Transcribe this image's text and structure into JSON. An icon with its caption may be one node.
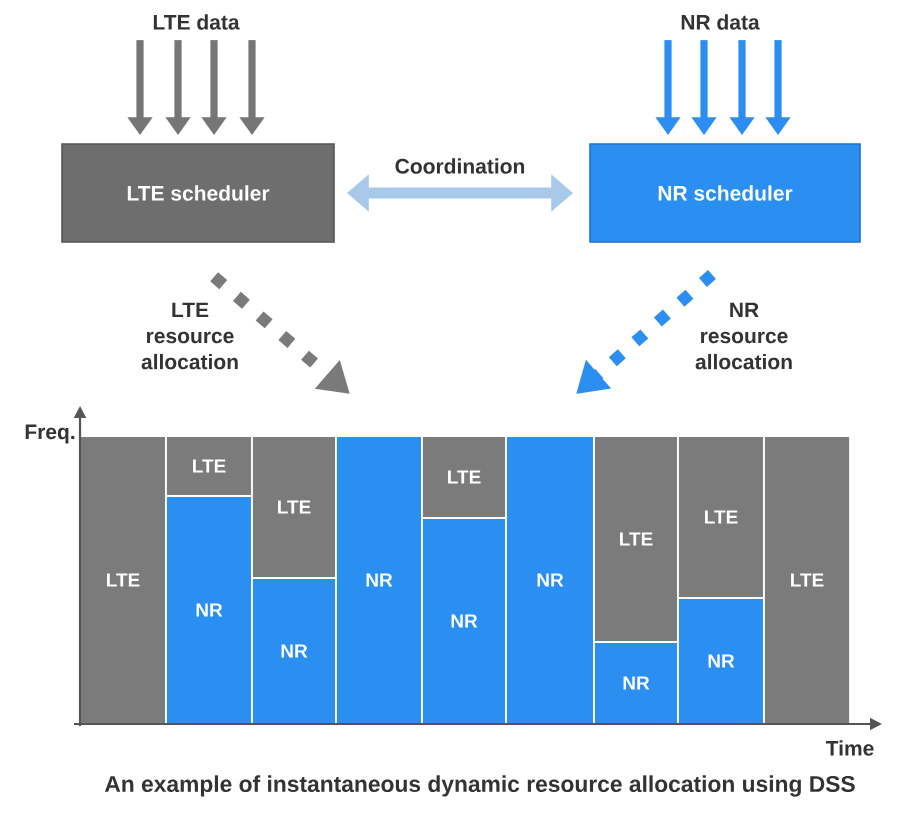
{
  "diagram": {
    "caption": "An example of instantaneous dynamic resource allocation using DSS",
    "nodes": [
      {
        "text": [
          "LTE data"
        ]
      },
      {
        "text": [
          "NR data"
        ]
      },
      {
        "text": [
          "LTE scheduler"
        ]
      },
      {
        "text": [
          "NR scheduler"
        ]
      },
      {
        "text": [
          "LTE"
        ]
      },
      {
        "text": [
          "LTE"
        ]
      },
      {
        "text": [
          "NR"
        ]
      },
      {
        "text": [
          "LTE"
        ]
      },
      {
        "text": [
          "NR"
        ]
      },
      {
        "text": [
          "NR"
        ]
      },
      {
        "text": [
          "LTE"
        ]
      },
      {
        "text": [
          "NR"
        ]
      },
      {
        "text": [
          "NR"
        ]
      },
      {
        "text": [
          "LTE"
        ]
      },
      {
        "text": [
          "NR"
        ]
      },
      {
        "text": [
          "LTE"
        ]
      },
      {
        "text": [
          "NR"
        ]
      },
      {
        "text": [
          "LTE"
        ]
      }
    ],
    "edges": [
      {
        "from": 0,
        "to": 2,
        "arrow": "to",
        "color": "#767676"
      },
      {
        "from": 0,
        "to": 2,
        "arrow": "to",
        "color": "#767676"
      },
      {
        "from": 0,
        "to": 2,
        "arrow": "to",
        "color": "#767676"
      },
      {
        "from": 0,
        "to": 2,
        "arrow": "to",
        "color": "#767676"
      },
      {
        "from": 1,
        "to": 3,
        "arrow": "to",
        "color": "#2b8ef0"
      },
      {
        "from": 1,
        "to": 3,
        "arrow": "to",
        "color": "#2b8ef0"
      },
      {
        "from": 1,
        "to": 3,
        "arrow": "to",
        "color": "#2b8ef0"
      },
      {
        "from": 1,
        "to": 3,
        "arrow": "to",
        "color": "#2b8ef0"
      },
      {
        "from": 2,
        "to": 3,
        "arrow": "both",
        "label": "Coordination",
        "color": "#a9c9ea"
      },
      {
        "from": 2,
        "to": null,
        "arrow": "to",
        "label": "LTE resource allocation",
        "style": "dashed",
        "color": "#7a7a7a"
      },
      {
        "from": 3,
        "to": null,
        "arrow": "to",
        "label": "NR resource allocation",
        "style": "dashed",
        "color": "#2b8ef0"
      }
    ],
    "labels": [
      "Freq.",
      "Time"
    ]
  }
}
